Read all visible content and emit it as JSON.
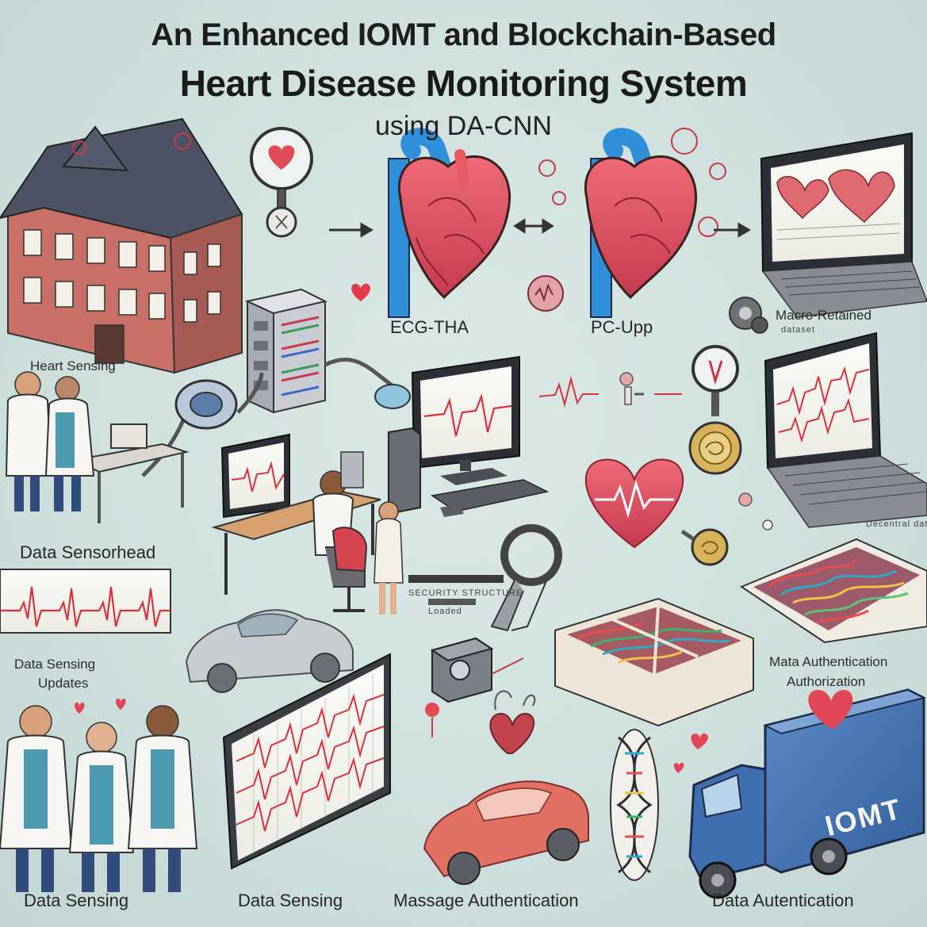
{
  "title": {
    "line1": "An Enhanced IOMT and Blockchain-Based",
    "line2": "Heart Disease Monitoring System",
    "line3": "using DA-CNN"
  },
  "labels": {
    "ecg_tha": "ECG-THA",
    "pc_upp": "PC-Upp",
    "macro_retained": "Macro-Retained",
    "macro_small": "dataset",
    "heart_sensing": "Heart Sensing",
    "data_sensorhead": "Data Sensorhead",
    "data_sensing_updates_1": "Data Sensing",
    "data_sensing_updates_2": "Updates",
    "data_authentication_1": "Mata Authentication",
    "data_authentication_2": "Authorization",
    "bottom_1": "Data Sensing",
    "bottom_2": "Data Sensing",
    "bottom_3": "Massage Authentication",
    "bottom_4": "Data Autentication",
    "side_small": "Decentral data",
    "bar_text": "SECURITY STRUCTURE",
    "bar_text_2": "Loaded"
  },
  "truck_text": "IOMT",
  "colors": {
    "background": "#d3e3e0",
    "heart_red": "#d94a5e",
    "vessel_blue": "#2f8fd8",
    "building_brick": "#c9726a",
    "roof_slate": "#4e5363",
    "ecg_red": "#d8323f",
    "truck_blue": "#3f6fb0",
    "car_red": "#e27062"
  },
  "icons": [
    "heart-icon",
    "magnifier-icon",
    "server-icon",
    "monitor-icon",
    "laptop-icon",
    "truck-icon",
    "car-icon",
    "dna-icon",
    "key-icon"
  ]
}
